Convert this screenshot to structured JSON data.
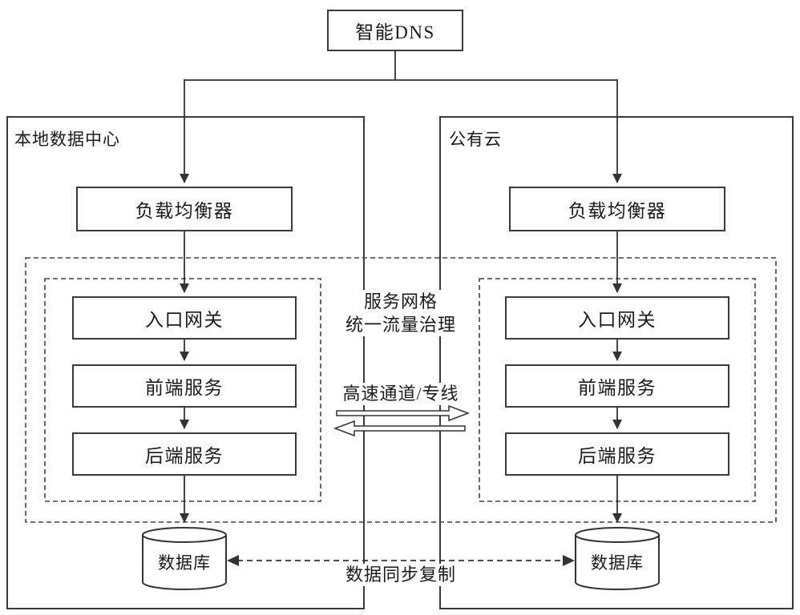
{
  "diagram": {
    "dns_label": "智能DNS",
    "zones": {
      "left": {
        "title": "本地数据中心",
        "load_balancer": "负载均衡器",
        "ingress": "入口网关",
        "frontend": "前端服务",
        "backend": "后端服务",
        "database": "数据库"
      },
      "right": {
        "title": "公有云",
        "load_balancer": "负载均衡器",
        "ingress": "入口网关",
        "frontend": "前端服务",
        "backend": "后端服务",
        "database": "数据库"
      }
    },
    "annotations": {
      "service_mesh_line1": "服务网格",
      "service_mesh_line2": "统一流量治理",
      "express_link": "高速通道/专线",
      "data_sync": "数据同步复制"
    },
    "colors": {
      "stroke": "#333333",
      "background": "#ffffff"
    }
  }
}
